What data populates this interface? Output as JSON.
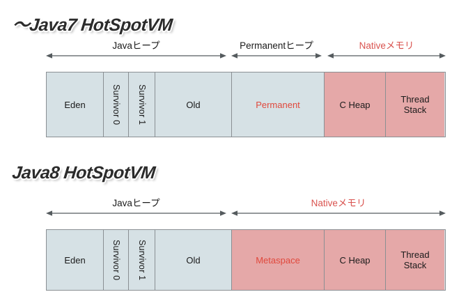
{
  "page": {
    "background": "#ffffff",
    "heap_color": "#d6e1e5",
    "native_color": "#e5a8a8",
    "border_color": "#8a8f93",
    "accent_color": "#e0483c",
    "label_accent_color": "#d9534f",
    "title_color": "#2b2b2b"
  },
  "diagrams": [
    {
      "id": "java7",
      "title": "～Java7 HotSpotVM",
      "spans": [
        {
          "label": "Javaヒープ",
          "accent": false
        },
        {
          "label": "Permanentヒープ",
          "accent": false
        },
        {
          "label": "Nativeメモリ",
          "accent": true
        }
      ],
      "segments": [
        {
          "label": "Eden",
          "kind": "heap",
          "orientation": "horizontal",
          "accent": false
        },
        {
          "label": "Survivor 0",
          "kind": "heap",
          "orientation": "vertical",
          "accent": false
        },
        {
          "label": "Survivor 1",
          "kind": "heap",
          "orientation": "vertical",
          "accent": false
        },
        {
          "label": "Old",
          "kind": "heap",
          "orientation": "horizontal",
          "accent": false
        },
        {
          "label": "Permanent",
          "kind": "heap",
          "orientation": "horizontal",
          "accent": true
        },
        {
          "label": "C Heap",
          "kind": "native",
          "orientation": "horizontal",
          "accent": false
        },
        {
          "label": "Thread\nStack",
          "kind": "native",
          "orientation": "horizontal",
          "accent": false
        }
      ]
    },
    {
      "id": "java8",
      "title": "Java8 HotSpotVM",
      "spans": [
        {
          "label": "Javaヒープ",
          "accent": false
        },
        {
          "label": "Nativeメモリ",
          "accent": true
        }
      ],
      "segments": [
        {
          "label": "Eden",
          "kind": "heap",
          "orientation": "horizontal",
          "accent": false
        },
        {
          "label": "Survivor 0",
          "kind": "heap",
          "orientation": "vertical",
          "accent": false
        },
        {
          "label": "Survivor 1",
          "kind": "heap",
          "orientation": "vertical",
          "accent": false
        },
        {
          "label": "Old",
          "kind": "heap",
          "orientation": "horizontal",
          "accent": false
        },
        {
          "label": "Metaspace",
          "kind": "native",
          "orientation": "horizontal",
          "accent": true
        },
        {
          "label": "C Heap",
          "kind": "native",
          "orientation": "horizontal",
          "accent": false
        },
        {
          "label": "Thread\nStack",
          "kind": "native",
          "orientation": "horizontal",
          "accent": false
        }
      ]
    }
  ]
}
